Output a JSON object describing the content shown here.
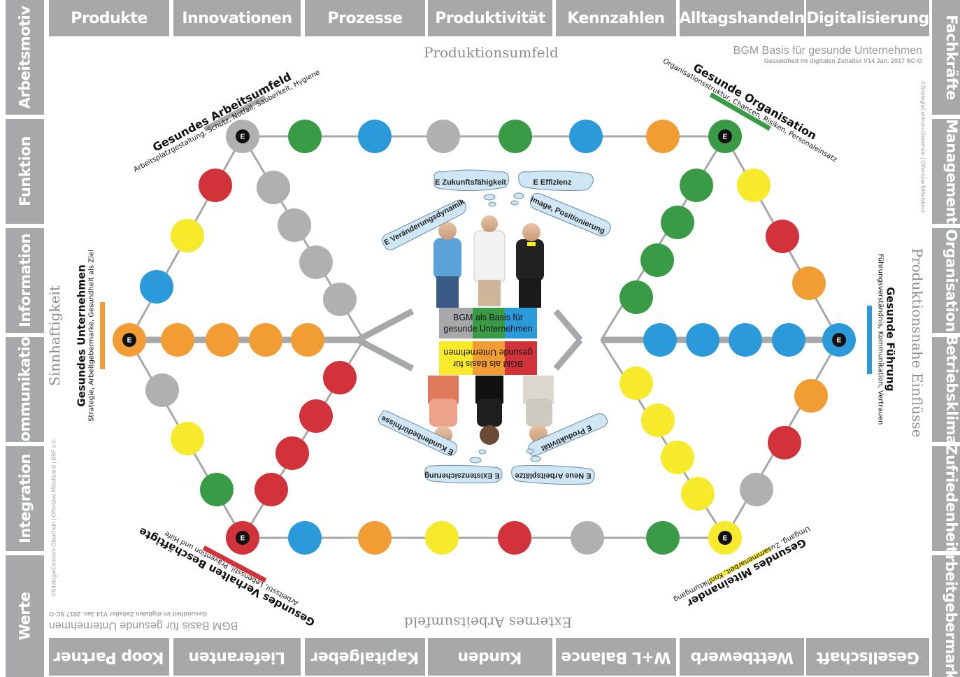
{
  "top_tiles": [
    "Produkte",
    "Innovationen",
    "Prozesse",
    "Produktivität",
    "Kennzahlen",
    "Alltagshandeln",
    "Digitalisierung"
  ],
  "bottom_tiles": [
    "Koop Partner",
    "Lieferanten",
    "Kapitalgeber",
    "Kunden",
    "W+L Balance",
    "Wettbewerb",
    "Gesellschaft"
  ],
  "left_tiles": [
    "Arbeitsmotiv",
    "Funktion",
    "Information",
    "Kommunikation",
    "Integration",
    "Werte"
  ],
  "right_tiles": [
    "Fachkräfte",
    "Management",
    "Organisation",
    "Betriebsklima",
    "Zufriedenheit",
    "Arbeitgebermarke"
  ],
  "headings": {
    "top_center": "Produktionsumfeld",
    "bottom_center": "Externes Arbeitsumfeld",
    "left_side": "Sinnhaftigkeit",
    "right_side": "Produktionsnahe Einflüsse"
  },
  "title": {
    "main": "BGM Basis für gesunde Unternehmen",
    "sub": "Gesundheit im digitalen Zeitalter V14 Jan. 2017 SC-O",
    "copyright_right": "©StrategieCentrum-Oberrhein | Offensive Mittelstand",
    "copyright_left": "©StrategieCentrum-Oberrhein | Offensive Mittelstand | BSF e.V."
  },
  "fields": {
    "arbeitsumfeld": {
      "title": "Gesundes Arbeitsumfeld",
      "sub": "Arbeitsplatzgestaltung, Schutz, Notfall, Sauberkeit, Hygiene"
    },
    "organisation": {
      "title": "Gesunde Organisation",
      "sub": "Organisationsstruktur, Chancen, Risiken, Personaleinsatz"
    },
    "unternehmen": {
      "title": "Gesundes Unternehmen",
      "sub": "Strategie, Arbeitgebermarke, Gesundheit als Ziel"
    },
    "fuehrung": {
      "title": "Gesunde Führung",
      "sub": "Führungsverständnis, Kommunikation, Vertrauen"
    },
    "verhalten": {
      "title": "Gesundes Verhalten Beschäftigte",
      "sub": "Arbeitsstil, Lebensstil, Prävention und Hilfe"
    },
    "miteinander": {
      "title": "Gesundes Miteinander",
      "sub": "Umgang, Zusammenarbeit, Konfliktumgang"
    }
  },
  "bubbles": {
    "zukunft": "E Zukunftsfähigkeit",
    "effizienz": "E Effizienz",
    "veraenderung": "E Veränderungsdynamik",
    "image": "Image, Positionierung",
    "kundenbeduerfnisse": "E Kundenbedürfnisse",
    "produktivitaet": "E Produktivität",
    "existenz": "E Existenzsicherung",
    "arbeitsplaetze": "E Neue Arbeitsplätze"
  },
  "center_box": {
    "line1": "BGM als Basis für",
    "line2": "gesunde Unternehmen"
  },
  "node_label": "E",
  "colors": {
    "tile": "#a7a8aa",
    "green": "#3a9b47",
    "blue": "#2b9adb",
    "gray": "#b0b0b0",
    "orange": "#f29d33",
    "red": "#d2333a",
    "yellow": "#f7ea2a",
    "bubble": "#cfe6f5"
  }
}
